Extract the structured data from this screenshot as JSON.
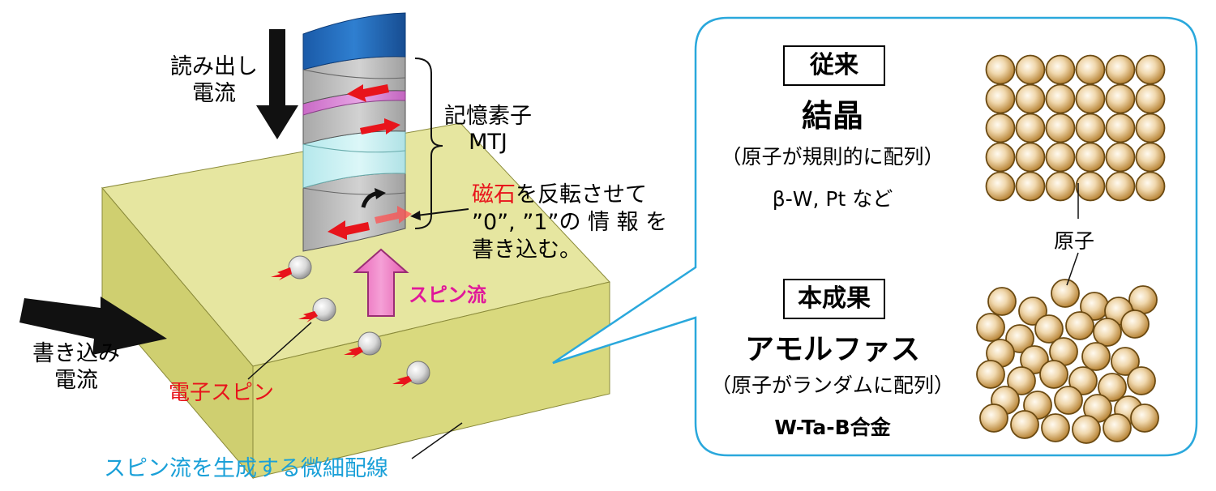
{
  "labels": {
    "read_current_line1": "読み出し",
    "read_current_line2": "電流",
    "write_current_line1": "書き込み",
    "write_current_line2": "電流",
    "memory_element_line1": "記憶素子",
    "memory_element_line2": "MTJ",
    "magnet_word": "磁石",
    "flip_text_line1_rest": "を反転させて",
    "flip_text_line2": "”0”, ”1”の 情 報 を",
    "flip_text_line3": "書き込む。",
    "spin_current": "スピン流",
    "electron_spin": "電子スピン",
    "wire_caption": "スピン流を生成する微細配線"
  },
  "comparison": {
    "conventional": {
      "tag": "従来",
      "title": "結晶",
      "description": "（原子が規則的に配列）",
      "examples": "β-W, Pt など"
    },
    "this_work": {
      "tag": "本成果",
      "title": "アモルファス",
      "description": "（原子がランダムに配列）",
      "material": "W-Ta-B合金"
    },
    "atom_label": "原子"
  },
  "colors": {
    "wire_top": "#e6e6a0",
    "wire_front": "#d6d67a",
    "wire_side": "#cdcd6e",
    "highlight_text": "#e8141b",
    "caption_blue": "#1aa0d8",
    "spin_current_text": "#e0189a",
    "spin_arrow": "#f07cc4",
    "panel_border": "#2aa8dc",
    "mtj_cap": "#1c66b8",
    "mtj_layer_grey": "#b9b9b9",
    "mtj_layer_pink": "#d97ad6",
    "mtj_layer_cyan": "#bfeef0",
    "atom_gold": "#c99b52"
  }
}
